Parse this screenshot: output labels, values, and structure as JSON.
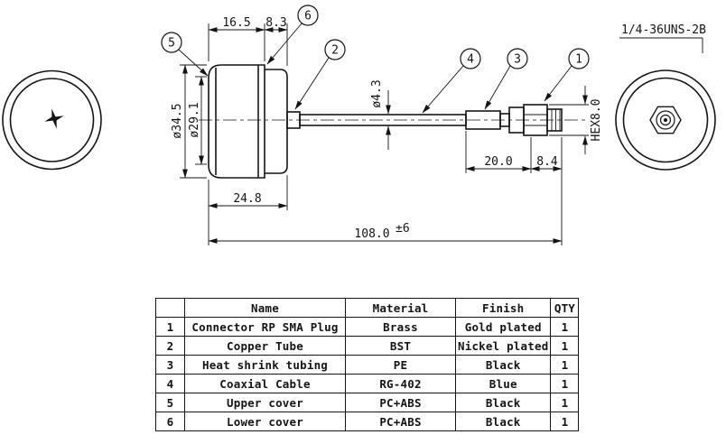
{
  "drawing": {
    "thread_label": "1/4-36UNS-2B",
    "balloons": [
      "1",
      "2",
      "3",
      "4",
      "5",
      "6"
    ],
    "dims": {
      "cap_front": "16.5",
      "cap_lip": "8.3",
      "cable_dia": "ø4.3",
      "outer_dia": "ø34.5",
      "inner_dia": "ø29.1",
      "cap_total": "24.8",
      "connector_a": "20.0",
      "connector_b": "8.4",
      "overall": "108.0",
      "overall_tol": "±6",
      "hex": "HEX8.0"
    }
  },
  "table": {
    "headers": {
      "no": "",
      "name": "Name",
      "material": "Material",
      "finish": "Finish",
      "qty": "QTY"
    },
    "rows": [
      {
        "no": "1",
        "name": "Connector RP SMA Plug",
        "material": "Brass",
        "finish": "Gold plated",
        "qty": "1"
      },
      {
        "no": "2",
        "name": "Copper Tube",
        "material": "BST",
        "finish": "Nickel plated",
        "qty": "1"
      },
      {
        "no": "3",
        "name": "Heat shrink tubing",
        "material": "PE",
        "finish": "Black",
        "qty": "1"
      },
      {
        "no": "4",
        "name": "Coaxial Cable",
        "material": "RG-402",
        "finish": "Blue",
        "qty": "1"
      },
      {
        "no": "5",
        "name": "Upper cover",
        "material": "PC+ABS",
        "finish": "Black",
        "qty": "1"
      },
      {
        "no": "6",
        "name": "Lower cover",
        "material": "PC+ABS",
        "finish": "Black",
        "qty": "1"
      }
    ]
  }
}
